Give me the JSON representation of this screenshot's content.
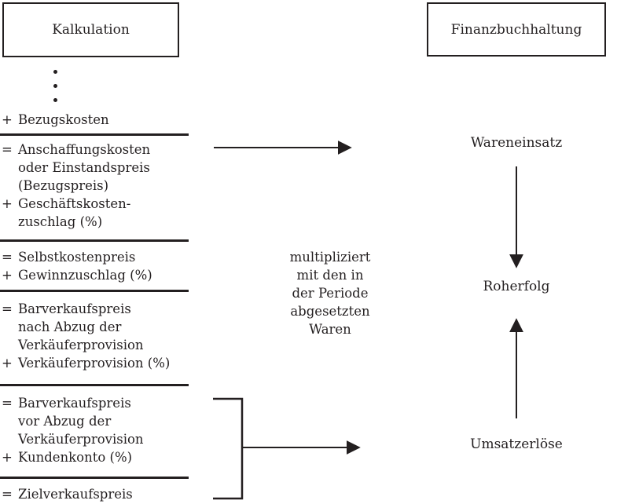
{
  "headers": {
    "left": "Kalkulation",
    "right": "Finanzbuchhaltung"
  },
  "calc": {
    "blocks": [
      {
        "lines": [
          {
            "sign": "+",
            "text": "Bezugskosten"
          }
        ]
      },
      {
        "lines": [
          {
            "sign": "=",
            "text": "Anschaffungskosten"
          },
          {
            "sign": "",
            "text": "oder Einstandspreis"
          },
          {
            "sign": "",
            "text": "(Bezugspreis)"
          },
          {
            "sign": "+",
            "text": "Geschäftskosten-"
          },
          {
            "sign": "",
            "text": "zuschlag (%)"
          }
        ]
      },
      {
        "lines": [
          {
            "sign": "=",
            "text": "Selbstkostenpreis"
          },
          {
            "sign": "+",
            "text": "Gewinnzuschlag (%)"
          }
        ]
      },
      {
        "lines": [
          {
            "sign": "=",
            "text": "Barverkaufspreis"
          },
          {
            "sign": "",
            "text": "nach Abzug der"
          },
          {
            "sign": "",
            "text": "Verkäuferprovision"
          },
          {
            "sign": "+",
            "text": "Verkäuferprovision (%)"
          }
        ]
      },
      {
        "lines": [
          {
            "sign": "=",
            "text": "Barverkaufspreis"
          },
          {
            "sign": "",
            "text": "vor Abzug der"
          },
          {
            "sign": "",
            "text": "Verkäuferprovision"
          },
          {
            "sign": "+",
            "text": "Kundenkonto (%)"
          }
        ]
      },
      {
        "lines": [
          {
            "sign": "=",
            "text": "Zielverkaufspreis"
          }
        ]
      }
    ]
  },
  "middle_note": {
    "lines": [
      "multipliziert",
      "mit den in",
      "der Periode",
      "abgesetzten",
      "Waren"
    ]
  },
  "right": {
    "labels": [
      "Wareneinsatz",
      "Roherfolg",
      "Umsatzerlöse"
    ]
  },
  "colors": {
    "ink": "#231f20",
    "background": "#ffffff"
  }
}
